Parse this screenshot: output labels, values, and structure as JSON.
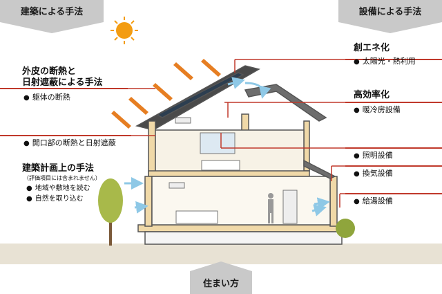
{
  "banners": {
    "top_left": "建築による手法",
    "top_right": "設備による手法",
    "bottom": "住まい方"
  },
  "left": {
    "envelope_title_line1": "外皮の断熱と",
    "envelope_title_line2": "日射遮蔽による手法",
    "envelope_item": "躯体の断熱",
    "opening_item": "開口部の断熱と日射遮蔽",
    "planning_title": "建築計画上の手法",
    "planning_note": "（評価項目には含まれません）",
    "planning_items": [
      "地域や敷地を読む",
      "自然を取り込む"
    ]
  },
  "right": {
    "creation_title": "創エネ化",
    "creation_item": "太陽光・熱利用",
    "efficiency_title": "高効率化",
    "efficiency_items": [
      "暖冷房設備",
      "照明設備",
      "換気設備",
      "給湯設備"
    ]
  },
  "icons": {
    "bullet": "●",
    "sun": "sun-icon"
  },
  "colors": {
    "accent_red": "#c0392b",
    "banner_gray": "#c9c9c9",
    "wall_beige": "#f0d9a8",
    "sun_orange": "#f39c12"
  }
}
